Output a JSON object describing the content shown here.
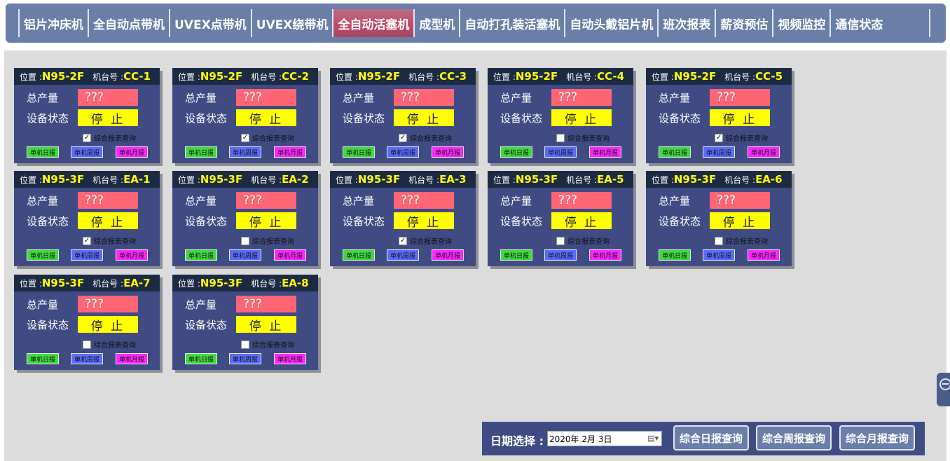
{
  "nav": {
    "items": [
      {
        "label": "铝片冲床机"
      },
      {
        "label": "全自动点带机"
      },
      {
        "label": "UVEX点带机"
      },
      {
        "label": "UVEX绕带机"
      },
      {
        "label": "全自动活塞机",
        "active": true
      },
      {
        "label": "成型机"
      },
      {
        "label": "自动打孔装活塞机"
      },
      {
        "label": "自动头戴铝片机"
      },
      {
        "label": "班次报表"
      },
      {
        "label": "薪资预估"
      },
      {
        "label": "视频监控"
      },
      {
        "label": "通信状态"
      }
    ]
  },
  "card_labels": {
    "location": "位置 :",
    "machine_no": "机台号 :",
    "total_output": "总产量",
    "device_status": "设备状态",
    "report_query": "综合报表查询",
    "daily": "单机日报",
    "weekly": "单机周报",
    "monthly": "单机月报"
  },
  "cards": [
    {
      "location": "N95-2F",
      "machine": "CC-1",
      "output": "???",
      "status": "停 止",
      "checked": true
    },
    {
      "location": "N95-2F",
      "machine": "CC-2",
      "output": "???",
      "status": "停 止",
      "checked": true
    },
    {
      "location": "N95-2F",
      "machine": "CC-3",
      "output": "???",
      "status": "停 止",
      "checked": true
    },
    {
      "location": "N95-2F",
      "machine": "CC-4",
      "output": "???",
      "status": "停 止",
      "checked": false
    },
    {
      "location": "N95-2F",
      "machine": "CC-5",
      "output": "???",
      "status": "停 止",
      "checked": true
    },
    {
      "location": "N95-3F",
      "machine": "EA-1",
      "output": "???",
      "status": "停 止",
      "checked": true
    },
    {
      "location": "N95-3F",
      "machine": "EA-2",
      "output": "???",
      "status": "停 止",
      "checked": false
    },
    {
      "location": "N95-3F",
      "machine": "EA-3",
      "output": "???",
      "status": "停 止",
      "checked": true
    },
    {
      "location": "N95-3F",
      "machine": "EA-5",
      "output": "???",
      "status": "停 止",
      "checked": false
    },
    {
      "location": "N95-3F",
      "machine": "EA-6",
      "output": "???",
      "status": "停 止",
      "checked": false
    },
    {
      "location": "N95-3F",
      "machine": "EA-7",
      "output": "???",
      "status": "停 止",
      "checked": false
    },
    {
      "location": "N95-3F",
      "machine": "EA-8",
      "output": "???",
      "status": "停 止",
      "checked": false
    }
  ],
  "bottom": {
    "date_label": "日期选择 :",
    "date_value": "2020年  2月  3日",
    "calendar_icon": "calendar-dropdown-icon",
    "daily_query": "综合日报查询",
    "weekly_query": "综合周报查询",
    "monthly_query": "综合月报查询"
  },
  "colors": {
    "nav_bg": "#6b7ea8",
    "card_bg": "#3f4b82",
    "card_header_bg": "#1d2a44",
    "output_box": "#ff6574",
    "status_box": "#ffff00",
    "daily_btn": "#3fda3f",
    "weekly_btn": "#5b6bff",
    "monthly_btn": "#ff26ff"
  }
}
